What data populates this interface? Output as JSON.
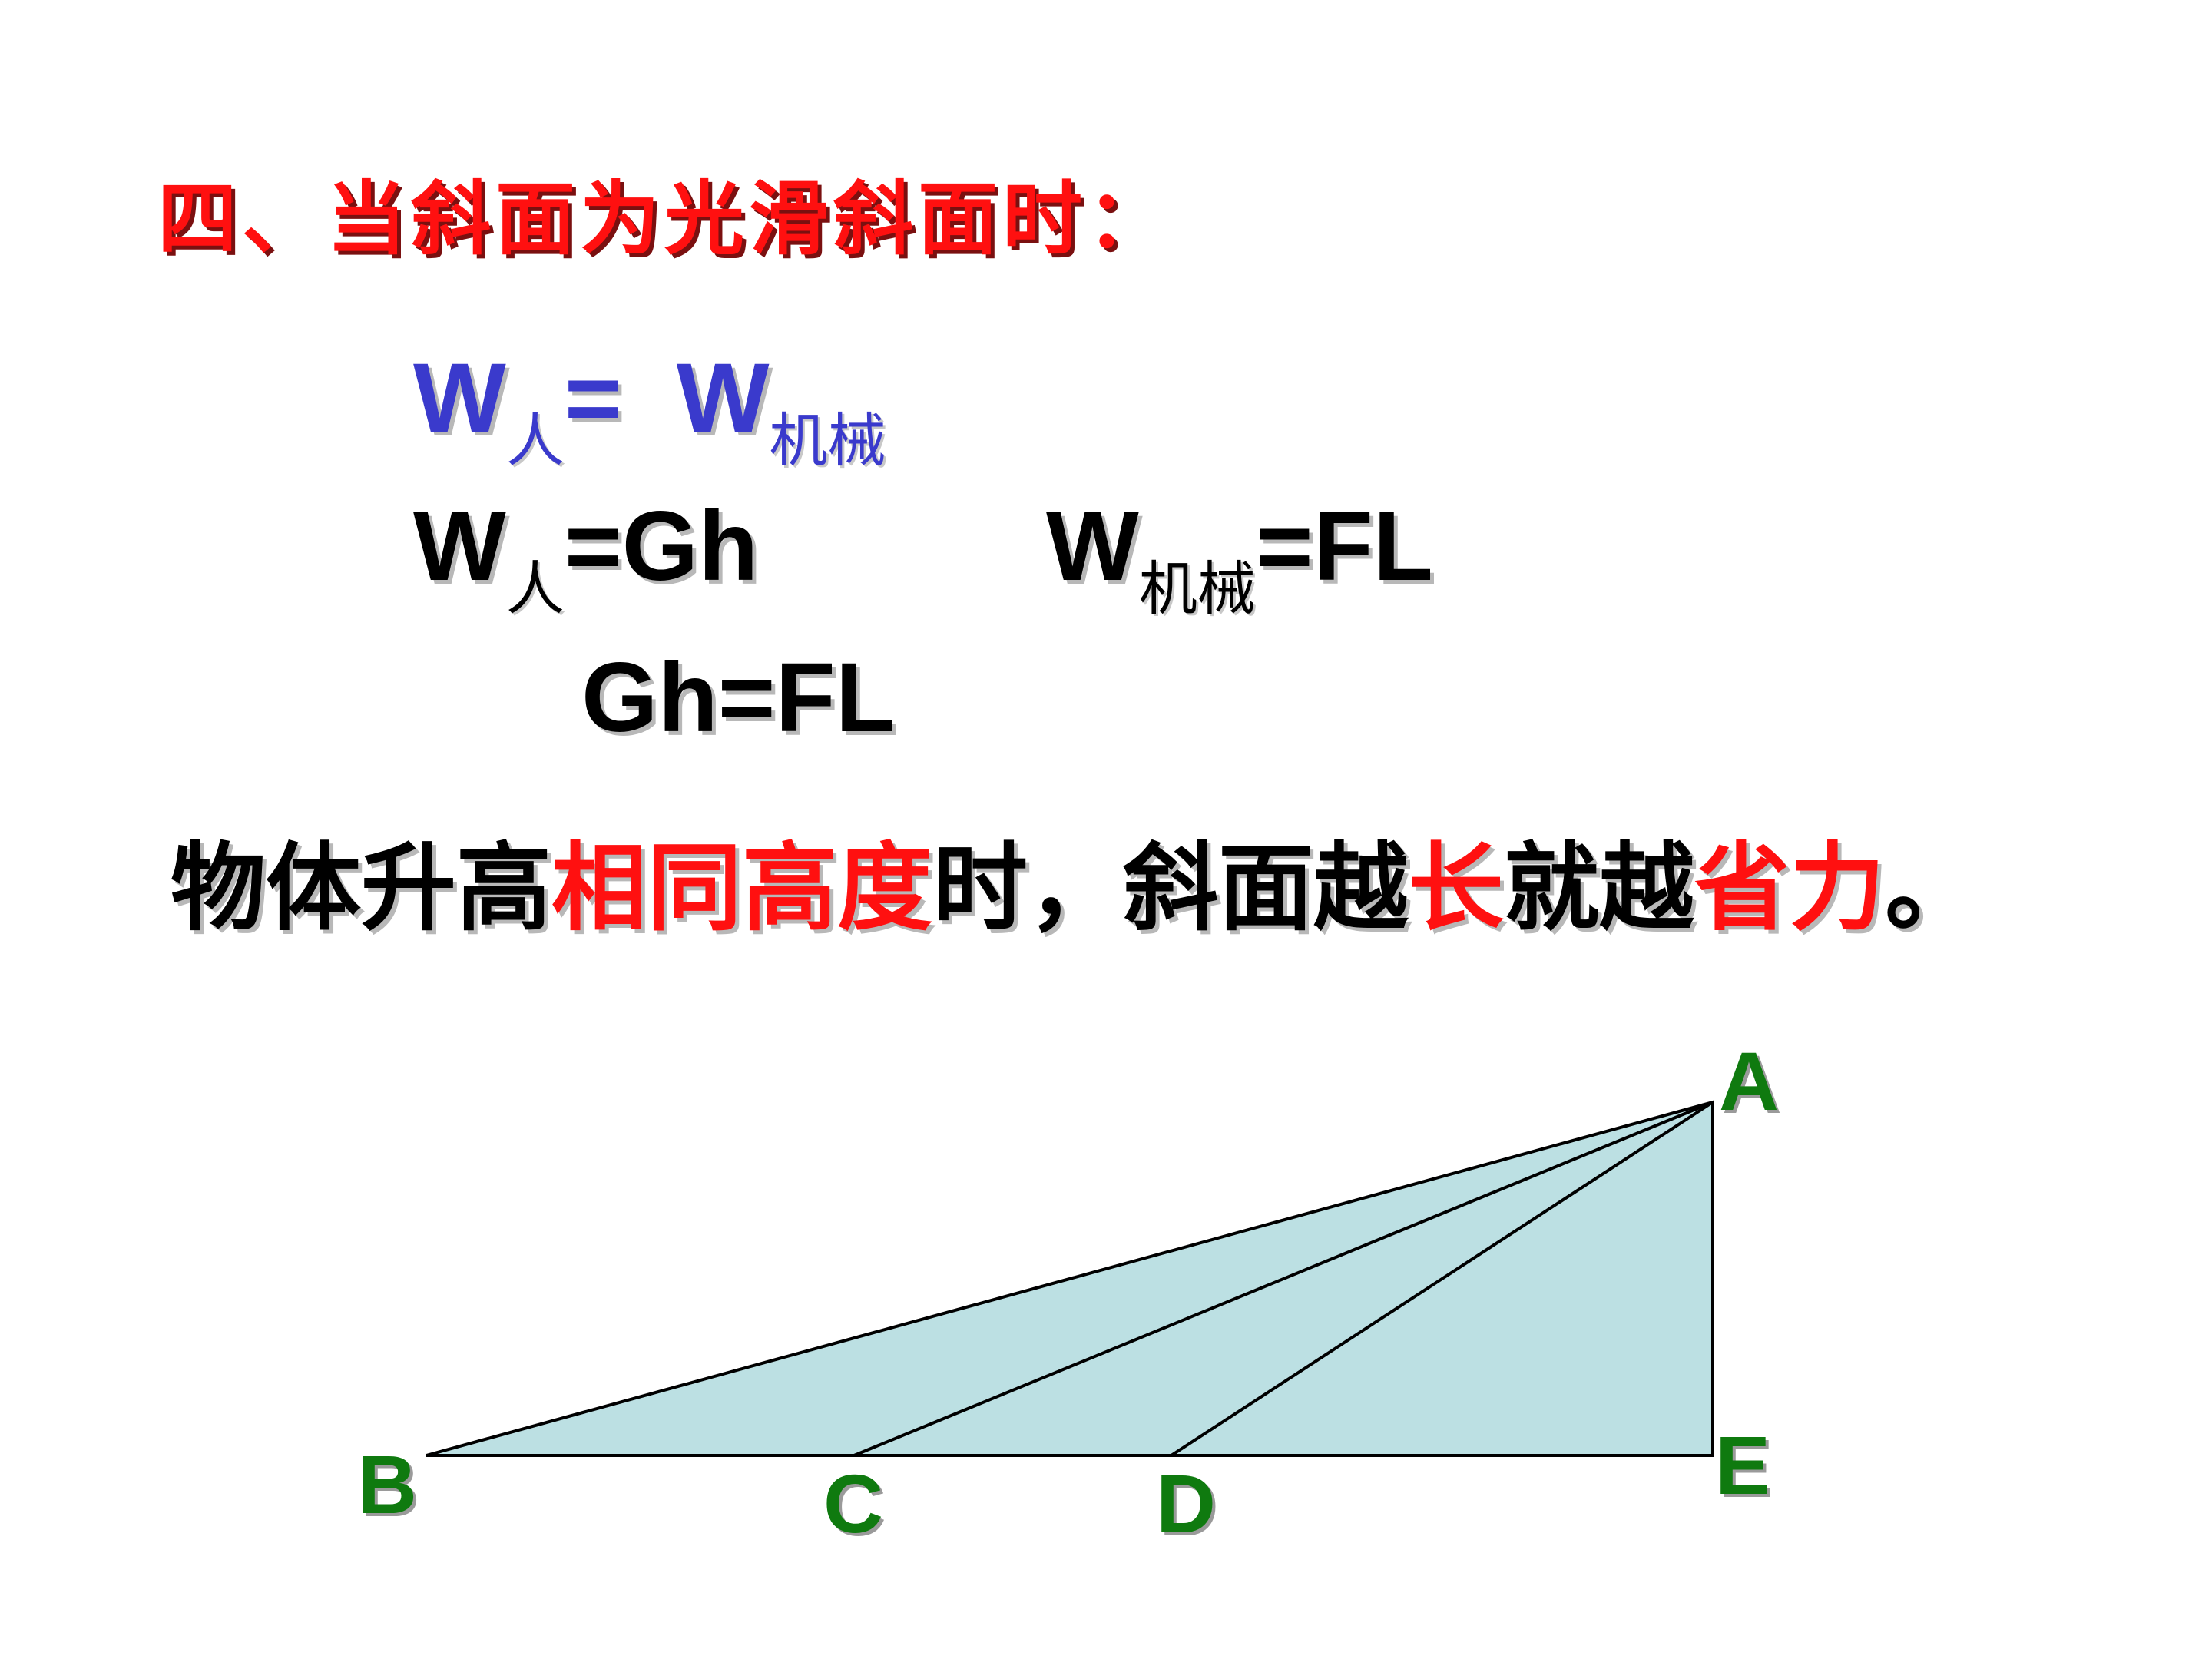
{
  "title": "四、当斜面为光滑斜面时：",
  "formula1": {
    "lhs": "W",
    "lhs_sub": "人",
    "eq": "=  ",
    "rhs": "W",
    "rhs_sub": "机械"
  },
  "formula2": {
    "lhs": "W",
    "lhs_sub": "人",
    "rhs": "=Gh"
  },
  "formula3": {
    "lhs": "W",
    "lhs_sub": "机械",
    "rhs": "=FL"
  },
  "formula4": "Gh=FL",
  "sentence": {
    "part1": "物体升高",
    "part2": "相同高度",
    "part3": "时，斜面越",
    "part4": "长",
    "part5": "就越",
    "part6": "省力",
    "part7": "。"
  },
  "diagram": {
    "labels": {
      "A": "A",
      "B": "B",
      "C": "C",
      "D": "D",
      "E": "E"
    },
    "fill_color": "#bce0e3",
    "line_color": "#000000",
    "label_color": "#0f7a0f"
  },
  "colors": {
    "title": "#ff1010",
    "blue": "#3a3acc",
    "emphasis": "#ff1010"
  }
}
